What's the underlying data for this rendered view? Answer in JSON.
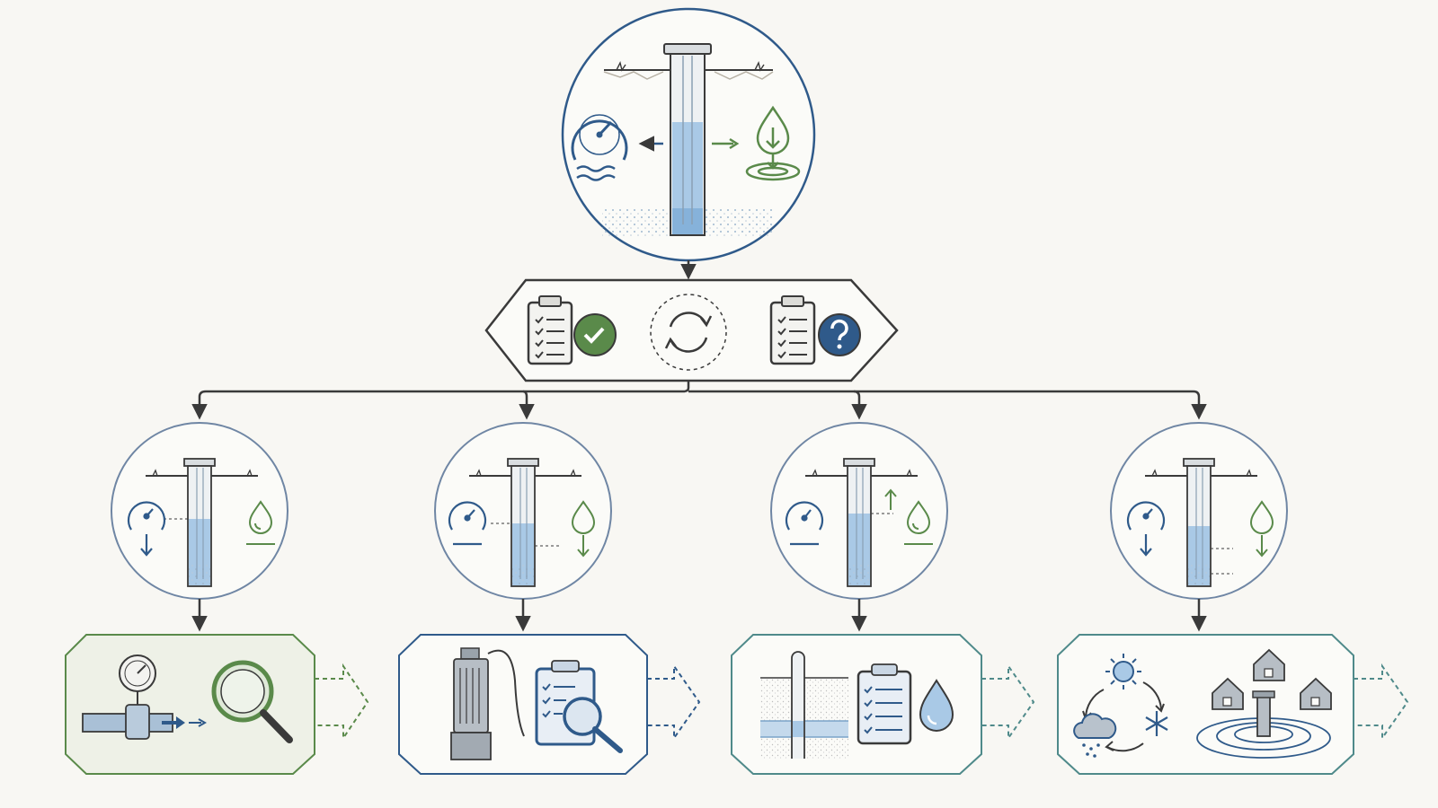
{
  "colors": {
    "background": "#f8f7f3",
    "navy": "#2f5a8a",
    "stroke": "#3a3a3a",
    "green": "#5a8a4a",
    "water": "#a9c9e6",
    "water_dark": "#86b2da",
    "teal": "#4f8a8a",
    "grey_fill": "#c9ced3"
  },
  "diagram": {
    "root": {
      "icons": [
        "pressure-gauge-icon",
        "well-casing-icon",
        "water-drop-down-icon",
        "waves-icon"
      ]
    },
    "decision": {
      "icons": [
        "checklist-check-icon",
        "cycle-icon",
        "checklist-question-icon"
      ]
    },
    "branches": [
      {
        "id": "pressure-drop",
        "circle_icons": [
          "gauge-down-icon",
          "well-icon",
          "drop-icon"
        ],
        "action_icons": [
          "pipe-gauge-icon",
          "magnifier-icon"
        ],
        "action_border": "green"
      },
      {
        "id": "level-drop",
        "circle_icons": [
          "gauge-icon",
          "well-icon",
          "drop-down-icon"
        ],
        "action_icons": [
          "submersible-pump-icon",
          "clipboard-inspect-icon"
        ],
        "action_border": "navy"
      },
      {
        "id": "level-rise",
        "circle_icons": [
          "gauge-icon",
          "well-up-icon",
          "drop-icon"
        ],
        "action_icons": [
          "well-section-icon",
          "checklist-icon",
          "water-drop-icon"
        ],
        "action_border": "teal"
      },
      {
        "id": "seasonal",
        "circle_icons": [
          "gauge-down-icon",
          "well-icon",
          "drop-down-icon"
        ],
        "action_icons": [
          "weather-cycle-icon",
          "houses-well-icon"
        ],
        "action_border": "teal"
      }
    ]
  }
}
